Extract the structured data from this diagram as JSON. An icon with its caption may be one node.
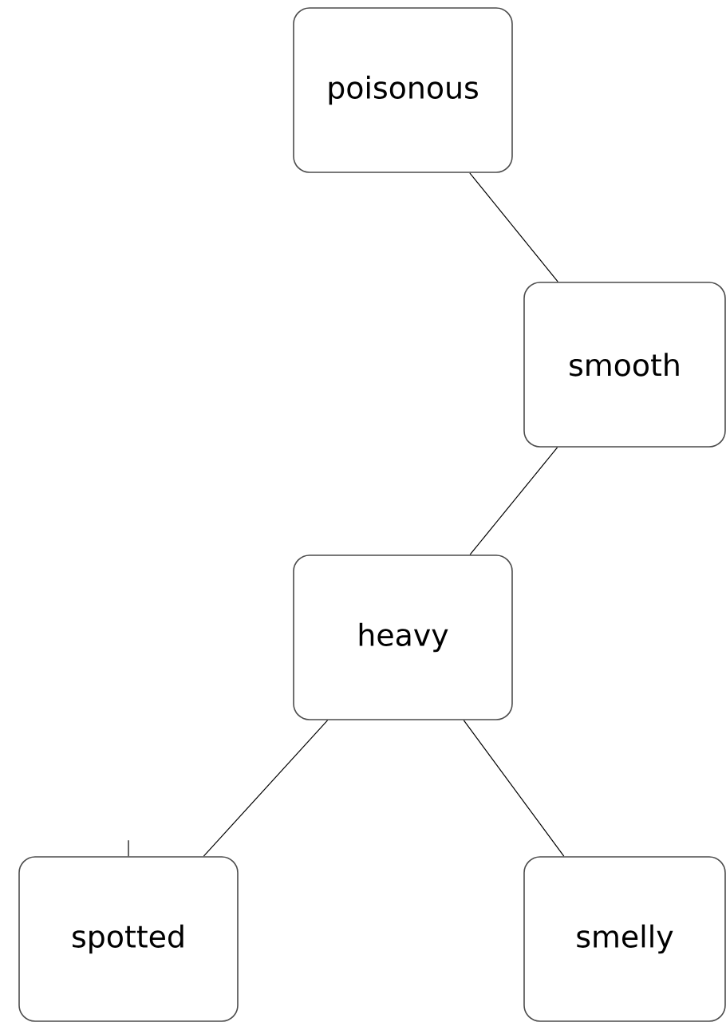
{
  "diagram": {
    "nodes": [
      {
        "text": [
          "poisonous"
        ]
      },
      {
        "text": [
          "smooth"
        ]
      },
      {
        "text": [
          "heavy"
        ]
      },
      {
        "text": [
          "spotted"
        ]
      },
      {
        "text": [
          "smelly"
        ]
      }
    ],
    "edges": [
      {
        "from": 0,
        "to": 1,
        "arrow": "none"
      },
      {
        "from": 1,
        "to": 2,
        "arrow": "none"
      },
      {
        "from": 2,
        "to": 3,
        "arrow": "none"
      },
      {
        "from": 2,
        "to": 4,
        "arrow": "none"
      },
      {
        "from": null,
        "to": 3,
        "arrow": "none"
      }
    ]
  }
}
